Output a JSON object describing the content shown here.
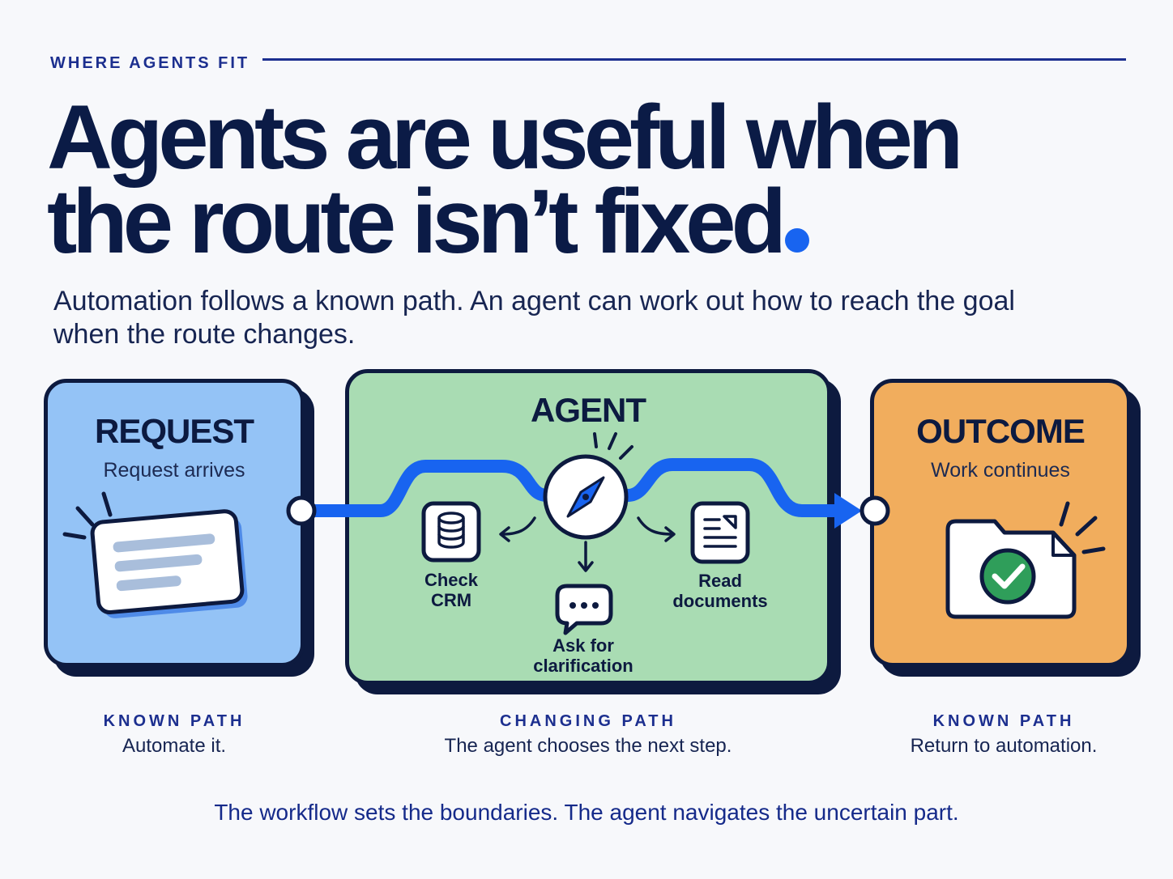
{
  "header": {
    "eyebrow": "WHERE AGENTS FIT",
    "title_line1": "Agents are useful when",
    "title_line2": "the route isn’t fixed",
    "subtitle_line1": "Automation follows a known path. An agent can work out how to reach the goal",
    "subtitle_line2": "when the route changes."
  },
  "stages": {
    "request": {
      "title": "REQUEST",
      "subtitle": "Request arrives"
    },
    "agent": {
      "title": "AGENT"
    },
    "outcome": {
      "title": "OUTCOME",
      "subtitle": "Work continues"
    }
  },
  "agent_tools": {
    "check_crm": {
      "line1": "Check",
      "line2": "CRM"
    },
    "read_documents": {
      "line1": "Read",
      "line2": "documents"
    },
    "ask_clarification": {
      "line1": "Ask for",
      "line2": "clarification"
    }
  },
  "footers": {
    "request": {
      "heading": "KNOWN PATH",
      "text": "Automate it."
    },
    "agent": {
      "heading": "CHANGING PATH",
      "text": "The agent chooses the next step."
    },
    "outcome": {
      "heading": "KNOWN PATH",
      "text": "Return to automation."
    }
  },
  "closing": "The workflow sets the boundaries. The agent navigates the uncertain part.",
  "colors": {
    "navy": "#0c1a40",
    "accent_blue": "#1864f0",
    "request_fill": "#94c3f6",
    "agent_fill": "#a9dcb3",
    "outcome_fill": "#f1ad5d",
    "check_green": "#2f9e5a"
  },
  "icons": [
    "document-card-icon",
    "compass-icon",
    "database-icon",
    "document-icon",
    "chat-bubble-icon",
    "folder-check-icon",
    "arrow-icon"
  ]
}
